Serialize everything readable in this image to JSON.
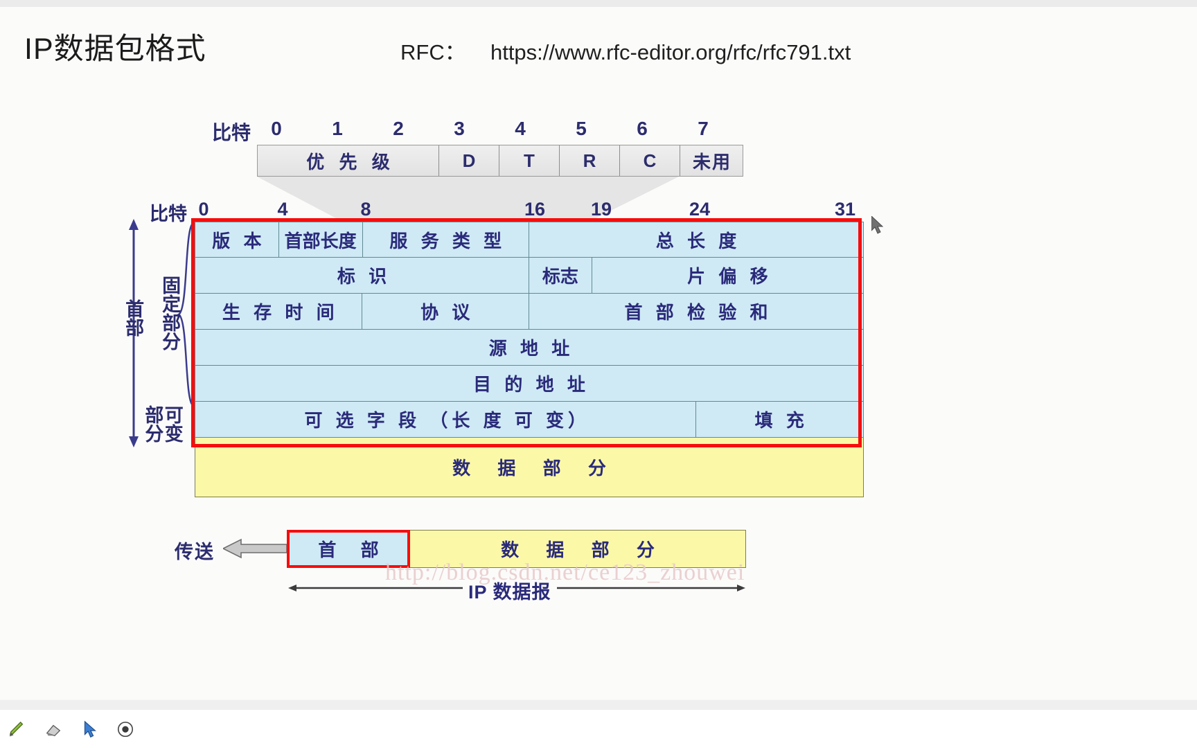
{
  "slide": {
    "title": "IP数据包格式",
    "rfc_label": "RFC：",
    "rfc_url": "https://www.rfc-editor.org/rfc/rfc791.txt",
    "watermark": "http://blog.csdn.net/ce123_zhouwei"
  },
  "tos": {
    "bit_word": "比特",
    "ticks": [
      "0",
      "1",
      "2",
      "3",
      "4",
      "5",
      "6",
      "7"
    ],
    "cells": [
      {
        "label": "优 先 级",
        "bits": 3
      },
      {
        "label": "D",
        "bits": 1
      },
      {
        "label": "T",
        "bits": 1
      },
      {
        "label": "R",
        "bits": 1
      },
      {
        "label": "C",
        "bits": 1
      },
      {
        "label": "未用",
        "bits": 1
      }
    ]
  },
  "header_ruler": {
    "bit_word": "比特",
    "ticks": [
      "0",
      "4",
      "8",
      "16",
      "19",
      "24",
      "31"
    ]
  },
  "side_labels": {
    "header": "首部",
    "fixed_part": "固定部分",
    "variable_part": "可变部分"
  },
  "datagram": {
    "rows": [
      {
        "cells": [
          {
            "label": "版 本",
            "bits": 4
          },
          {
            "label": "首部长度",
            "bits": 4
          },
          {
            "label": "服 务 类 型",
            "bits": 8
          },
          {
            "label": "总 长 度",
            "bits": 16
          }
        ]
      },
      {
        "cells": [
          {
            "label": "标 识",
            "bits": 16
          },
          {
            "label": "标志",
            "bits": 3
          },
          {
            "label": "片 偏 移",
            "bits": 13
          }
        ]
      },
      {
        "cells": [
          {
            "label": "生 存 时 间",
            "bits": 8
          },
          {
            "label": "协 议",
            "bits": 8
          },
          {
            "label": "首 部 检 验 和",
            "bits": 16
          }
        ]
      },
      {
        "cells": [
          {
            "label": "源 地 址",
            "bits": 32
          }
        ]
      },
      {
        "cells": [
          {
            "label": "目 的 地 址",
            "bits": 32
          }
        ]
      },
      {
        "cells": [
          {
            "label": "可 选 字 段 （长 度 可 变）",
            "bits": 24
          },
          {
            "label": "填 充",
            "bits": 8
          }
        ]
      }
    ],
    "data_row": "数 据 部 分"
  },
  "transmission": {
    "send_label": "传送",
    "header_block": "首 部",
    "data_block": "数 据 部 分",
    "span_label": "IP 数据报"
  },
  "toolbar": {
    "tools": [
      {
        "name": "pen-tool",
        "glyph": "✎"
      },
      {
        "name": "eraser-tool",
        "glyph": "◣"
      },
      {
        "name": "pointer-tool",
        "glyph": "➤"
      },
      {
        "name": "record-tool",
        "glyph": "◉"
      }
    ]
  },
  "colors": {
    "header_fill": "#cfeaf5",
    "data_fill": "#fbf8a8",
    "highlight": "#f60d0d",
    "text_blue": "#2a2a7a"
  }
}
